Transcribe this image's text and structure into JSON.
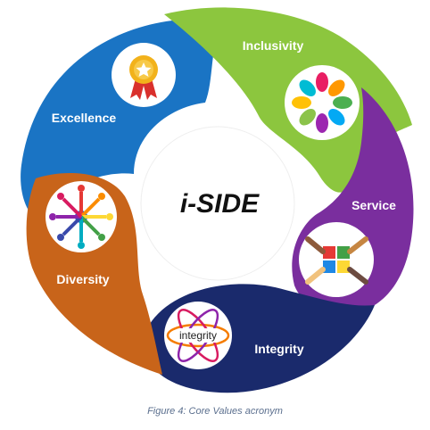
{
  "center": {
    "title": "i-SIDE"
  },
  "segments": [
    {
      "label": "Inclusivity",
      "color": "#8cc63e",
      "icon": "hands-circle-icon"
    },
    {
      "label": "Service",
      "color": "#7a2e9e",
      "icon": "puzzle-hands-icon"
    },
    {
      "label": "Integrity",
      "color": "#1a2a6c",
      "icon": "integrity-atom-icon"
    },
    {
      "label": "Diversity",
      "color": "#c8641a",
      "icon": "people-network-icon"
    },
    {
      "label": "Excellence",
      "color": "#1a74c4",
      "icon": "award-medal-icon"
    }
  ],
  "caption": "Figure 4: Core Values acronym"
}
